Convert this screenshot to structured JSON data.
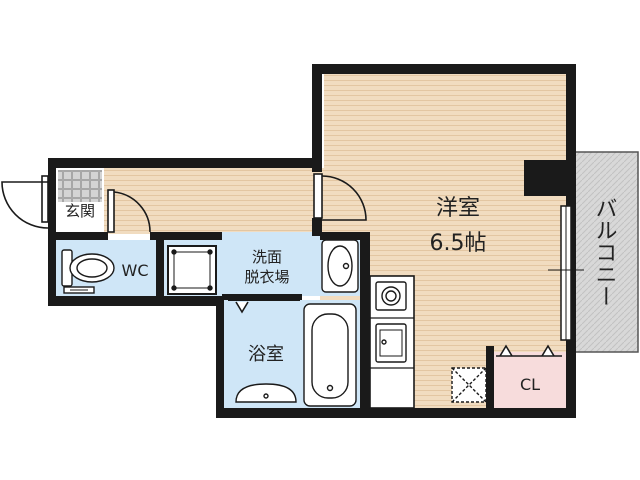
{
  "rooms": {
    "western_room": {
      "name": "洋室",
      "size": "6.5帖"
    },
    "balcony": "バルコニー",
    "entrance": "玄関",
    "toilet": "WC",
    "washroom_line1": "洗面",
    "washroom_line2": "脱衣場",
    "bathroom": "浴室",
    "closet": "CL"
  },
  "colors": {
    "floor_wood": "#f1dcc0",
    "wood_stripe": "#e6c9a6",
    "wet_area": "#cfe6f7",
    "closet": "#f7dcdc",
    "balcony": "#d8d8d8",
    "wall": "#1a1a1a"
  }
}
